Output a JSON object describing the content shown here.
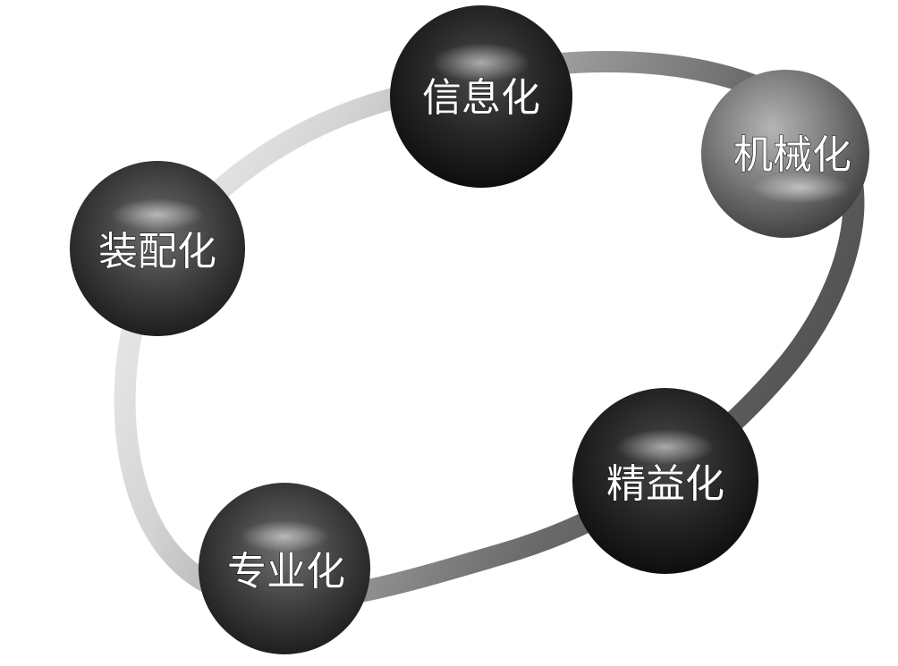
{
  "diagram": {
    "type": "cycle",
    "nodes": [
      {
        "id": "informatization",
        "label": "信息化"
      },
      {
        "id": "mechanization",
        "label": "机械化"
      },
      {
        "id": "lean",
        "label": "精益化"
      },
      {
        "id": "specialization",
        "label": "专业化"
      },
      {
        "id": "prefabrication",
        "label": "装配化"
      }
    ],
    "colors": {
      "background": "#ffffff",
      "ring_dark": "#5a5a5a",
      "ring_light": "#ececec",
      "sphere_dark": "#1c1c1c",
      "sphere_mid": "#3a3a3a",
      "sphere_light": "#8a8a8a",
      "label": "#ffffff"
    }
  }
}
